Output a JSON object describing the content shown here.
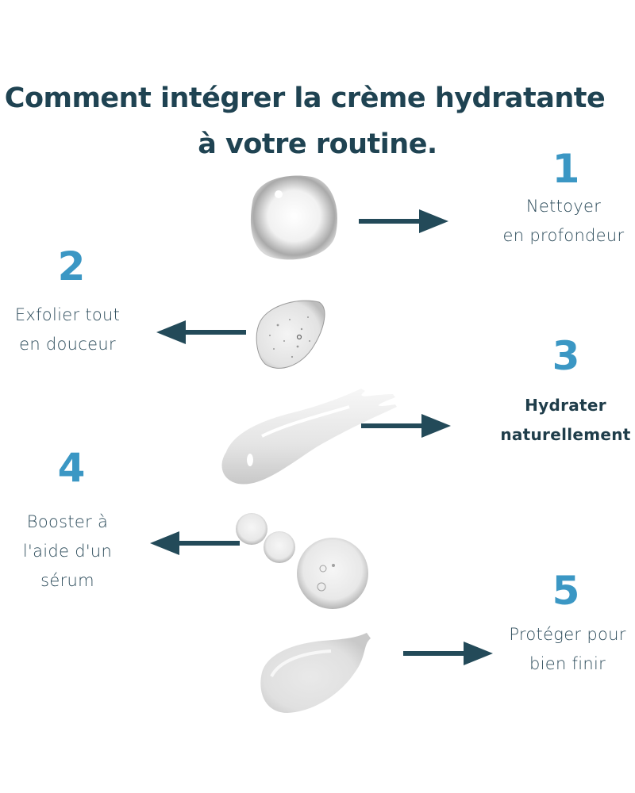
{
  "title": {
    "line1": "Comment intégrer la crème hydratante",
    "line2": "à votre routine."
  },
  "colors": {
    "title": "#1f4352",
    "step_number": "#3b97c4",
    "label": "#2e4d5c",
    "arrow": "#234a59"
  },
  "steps": [
    {
      "number": "1",
      "line1": "Nettoyer",
      "line2": "en profondeur",
      "side": "right",
      "texture": "water-drop",
      "arrow": "right-arrow"
    },
    {
      "number": "2",
      "line1": "Exfolier tout",
      "line2": "en douceur",
      "side": "left",
      "texture": "gel-scrub",
      "arrow": "left-arrow"
    },
    {
      "number": "3",
      "line1": "Hydrater",
      "line2": "naturellement",
      "side": "right",
      "texture": "cream-smear",
      "arrow": "right-arrow"
    },
    {
      "number": "4",
      "line1": "Booster à",
      "line2": "l'aide d'un",
      "line3": "sérum",
      "side": "left",
      "texture": "serum-drops",
      "arrow": "left-arrow"
    },
    {
      "number": "5",
      "line1": "Protéger pour",
      "line2": "bien finir",
      "side": "right",
      "texture": "cream-dollop",
      "arrow": "right-arrow"
    }
  ]
}
